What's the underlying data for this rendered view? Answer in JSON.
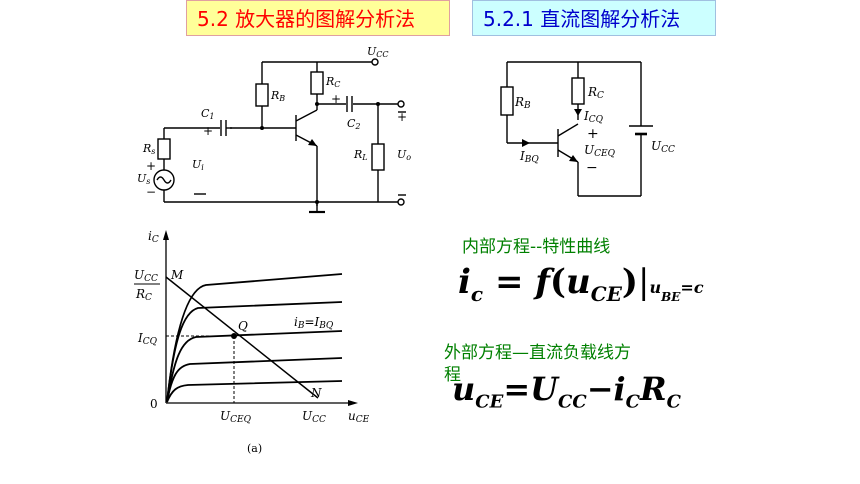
{
  "titles": {
    "left": "5.2  放大器的图解分析法",
    "right": "5.2.1  直流图解分析法"
  },
  "circuit1": {
    "vcc": "U",
    "vcc_sub": "CC",
    "rb": "R",
    "rb_sub": "B",
    "rc": "R",
    "rc_sub": "C",
    "c1": "C",
    "c1_sub": "1",
    "c2": "C",
    "c2_sub": "2",
    "rs": "R",
    "rs_sub": "s",
    "ui": "U",
    "ui_sub": "i",
    "us": "U",
    "us_sub": "s",
    "rl": "R",
    "rl_sub": "L",
    "uo": "U",
    "uo_sub": "o",
    "plus": "+",
    "minus": "−"
  },
  "circuit2": {
    "rb": "R",
    "rb_sub": "B",
    "rc": "R",
    "rc_sub": "C",
    "icq": "I",
    "icq_sub": "CQ",
    "ibq": "I",
    "ibq_sub": "BQ",
    "uceq": "U",
    "uceq_sub": "CEQ",
    "ucc": "U",
    "ucc_sub": "CC",
    "plus": "+",
    "minus": "−"
  },
  "graph": {
    "ylabel": "i",
    "ylabel_sub": "C",
    "xlabel": "u",
    "xlabel_sub": "CE",
    "ucc_rc_num": "U",
    "ucc_rc_num_sub": "CC",
    "ucc_rc_den": "R",
    "ucc_rc_den_sub": "C",
    "m": "M",
    "q": "Q",
    "n": "N",
    "icq": "I",
    "icq_sub": "CQ",
    "ib_label": "i",
    "ib_label_sub": "B",
    "ib_eq": "=I",
    "ib_eq_sub": "BQ",
    "origin": "0",
    "uceq": "U",
    "uceq_sub": "CEQ",
    "ucc": "U",
    "ucc_sub": "CC",
    "caption": "(a)"
  },
  "text": {
    "internal": "内部方程--特性曲线",
    "external_line1": "外部方程—直流负载线方",
    "external_line2": "程"
  },
  "eq1": {
    "i": "i",
    "i_sub": "c",
    "eq": " = ",
    "f": "f",
    "open": "(",
    "u": "u",
    "u_sub": "CE",
    "close": ")",
    "bar": "|",
    "cond": "u",
    "cond_sub": "BE",
    "cond_rest": "=c"
  },
  "eq2": {
    "u": "u",
    "u_sub": "CE",
    "eq": "=",
    "U": "U",
    "U_sub": "CC",
    "minus": "−",
    "i": "i",
    "i_sub": "C",
    "R": "R",
    "R_sub": "C"
  }
}
